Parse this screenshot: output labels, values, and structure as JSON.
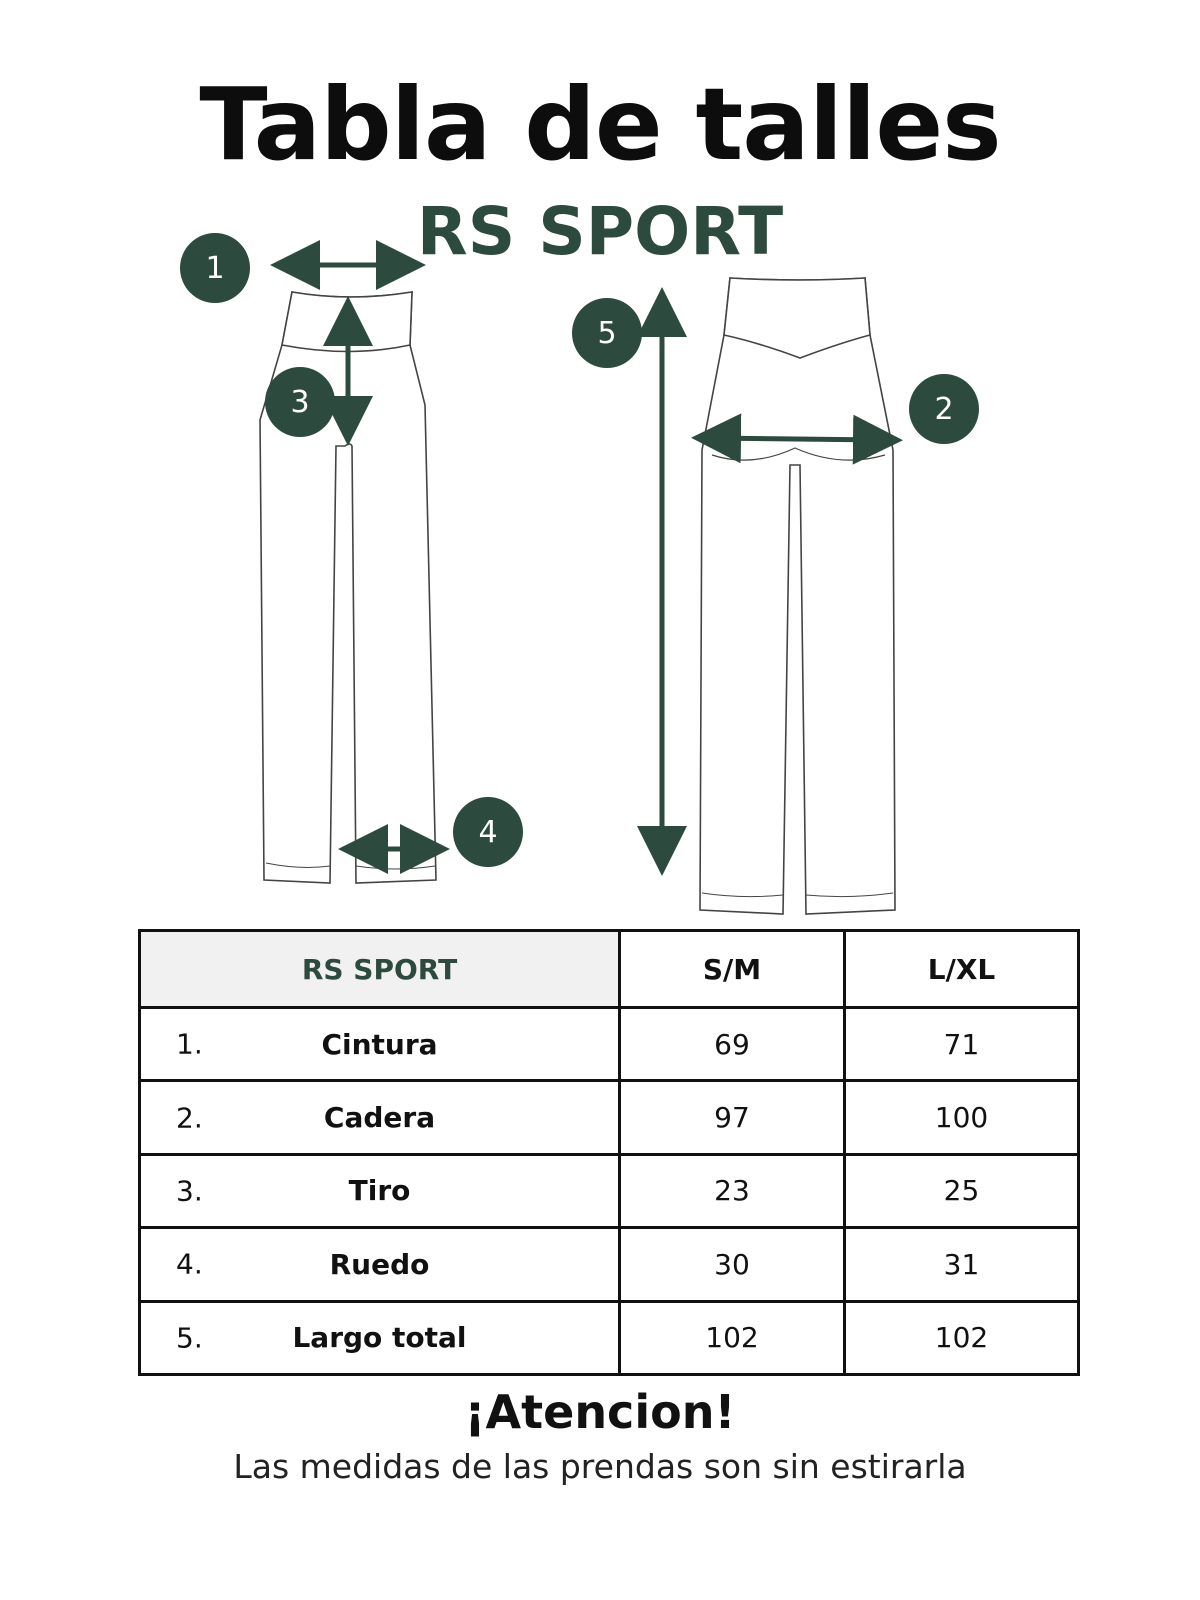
{
  "header": {
    "title": "Tabla de talles",
    "brand": "RS SPORT"
  },
  "markers": [
    "1",
    "2",
    "3",
    "4",
    "5"
  ],
  "table": {
    "headers": [
      "RS SPORT",
      "S/M",
      "L/XL"
    ],
    "rows": [
      {
        "num": "1.",
        "label": "Cintura",
        "sm": "69",
        "lxl": "71"
      },
      {
        "num": "2.",
        "label": "Cadera",
        "sm": "97",
        "lxl": "100"
      },
      {
        "num": "3.",
        "label": "Tiro",
        "sm": "23",
        "lxl": "25"
      },
      {
        "num": "4.",
        "label": "Ruedo",
        "sm": "30",
        "lxl": "31"
      },
      {
        "num": "5.",
        "label": "Largo total",
        "sm": "102",
        "lxl": "102"
      }
    ]
  },
  "footer": {
    "attention": "¡Atencion!",
    "note": "Las medidas de las prendas son sin estirarla"
  },
  "colors": {
    "accent": "#2c4a3e",
    "text": "#111111",
    "header_cell_bg": "#f1f1f1"
  }
}
